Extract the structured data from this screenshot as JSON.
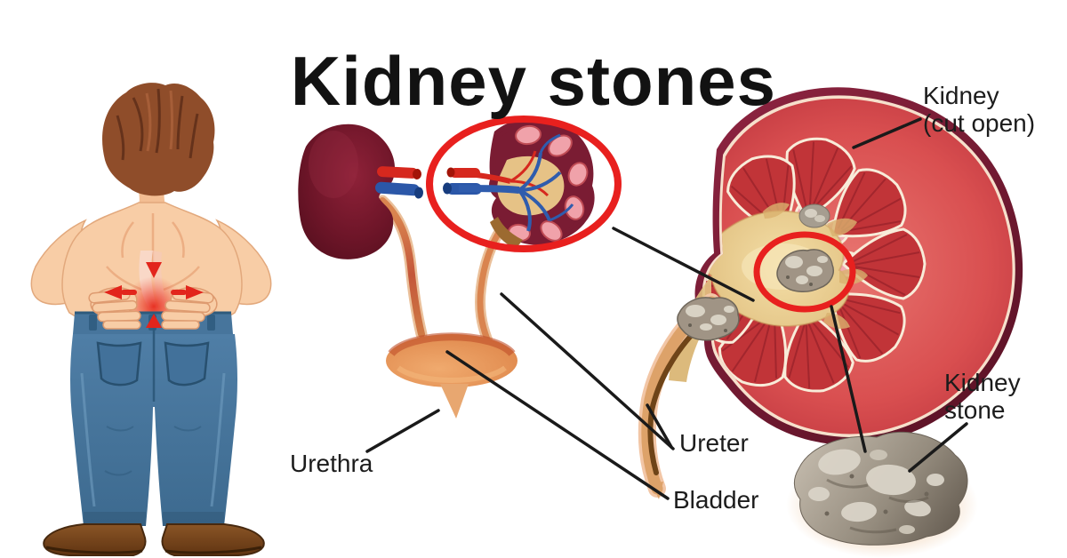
{
  "title": "Kidney stones",
  "labels": {
    "kidney_cut_open_line1": "Kidney",
    "kidney_cut_open_line2": "(cut open)",
    "ureter": "Ureter",
    "bladder": "Bladder",
    "urethra": "Urethra",
    "kidney_stone_line1": "Kidney",
    "kidney_stone_line2": "stone"
  },
  "colors": {
    "background": "#ffffff",
    "title_text": "#121212",
    "label_text": "#1c1c1c",
    "leader_line": "#1a1a1a",
    "highlight_red": "#e8201e",
    "pain_arrow_red": "#e2251c",
    "kidney_maroon": "#7a1c30",
    "cortex_red": "#d94f50",
    "pelvis_tan": "#e6c488",
    "ureter_orange": "#d9844f",
    "artery_red": "#d6281e",
    "vein_blue": "#2b57a8",
    "stone_gray": "#a39a8d",
    "skin": "#f8cda6",
    "hair_brown": "#8f4d2a",
    "jeans_blue": "#4d7ca2",
    "shoe_brown": "#8a5526"
  }
}
